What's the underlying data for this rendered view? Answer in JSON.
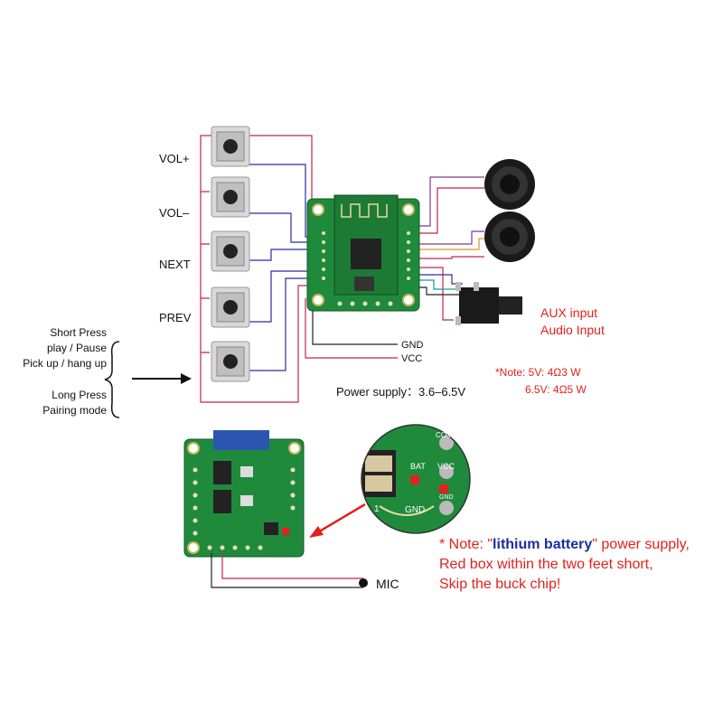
{
  "buttons": [
    "VOL+",
    "VOL–",
    "NEXT",
    "PREV"
  ],
  "press_info": {
    "short": [
      "Short Press",
      "play / Pause",
      "Pick up / hang up"
    ],
    "long": [
      "Long Press",
      "Pairing mode"
    ]
  },
  "wires": {
    "gnd": "GND",
    "vcc": "VCC"
  },
  "power_supply": "Power supply：3.6–6.5V",
  "aux": {
    "line1": "AUX input",
    "line2": "Audio Input"
  },
  "note_speaker": {
    "line1": "*Note: 5V: 4Ω3 W",
    "line2": "6.5V: 4Ω5 W"
  },
  "note_battery": {
    "prefix": "* Note: \"",
    "highlight": "lithium battery",
    "suffix": "\" power supply,",
    "line2": "Red box within the two feet short,",
    "line3": "Skip the buck chip!"
  },
  "mic": "MIC",
  "zoom_labels": {
    "bat": "BAT",
    "vcc": "VCC",
    "gnd": "GND",
    "com": "COM",
    "gnd_small": "GND",
    "one": "1"
  },
  "colors": {
    "pcb": "#1f8a3c",
    "wire_blue": "#2a2c9e",
    "wire_red": "#c0264a",
    "note_red": "#e2211c",
    "highlight_blue": "#1a2ea0"
  }
}
